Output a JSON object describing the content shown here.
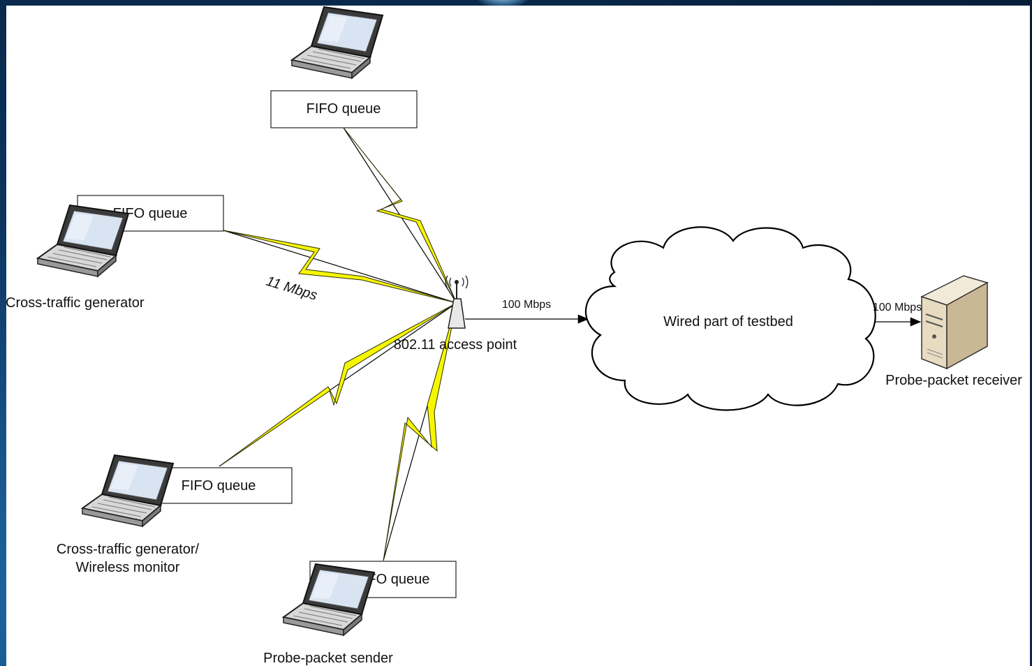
{
  "diagram": {
    "queue_top": "FIFO queue",
    "queue_left": "FIFO queue",
    "queue_lower_left": "FIFO queue",
    "queue_bottom": "FIFO queue",
    "label_cross_traffic": "Cross-traffic generator",
    "label_cross_monitor_line1": "Cross-traffic generator/",
    "label_cross_monitor_line2": "Wireless monitor",
    "label_sender": "Probe-packet sender",
    "label_receiver": "Probe-packet receiver",
    "label_access_point": "802.11 access point",
    "label_wireless_rate": "11 Mbps",
    "label_link_ap_cloud": "100 Mbps",
    "label_link_cloud_server": "100 Mbps",
    "label_cloud": "Wired part of testbed",
    "colors": {
      "lightning": "#f6f600",
      "lightning_stroke": "#2b2b00",
      "frame_dark": "#061d38",
      "frame_light": "#1f6aa6"
    }
  }
}
